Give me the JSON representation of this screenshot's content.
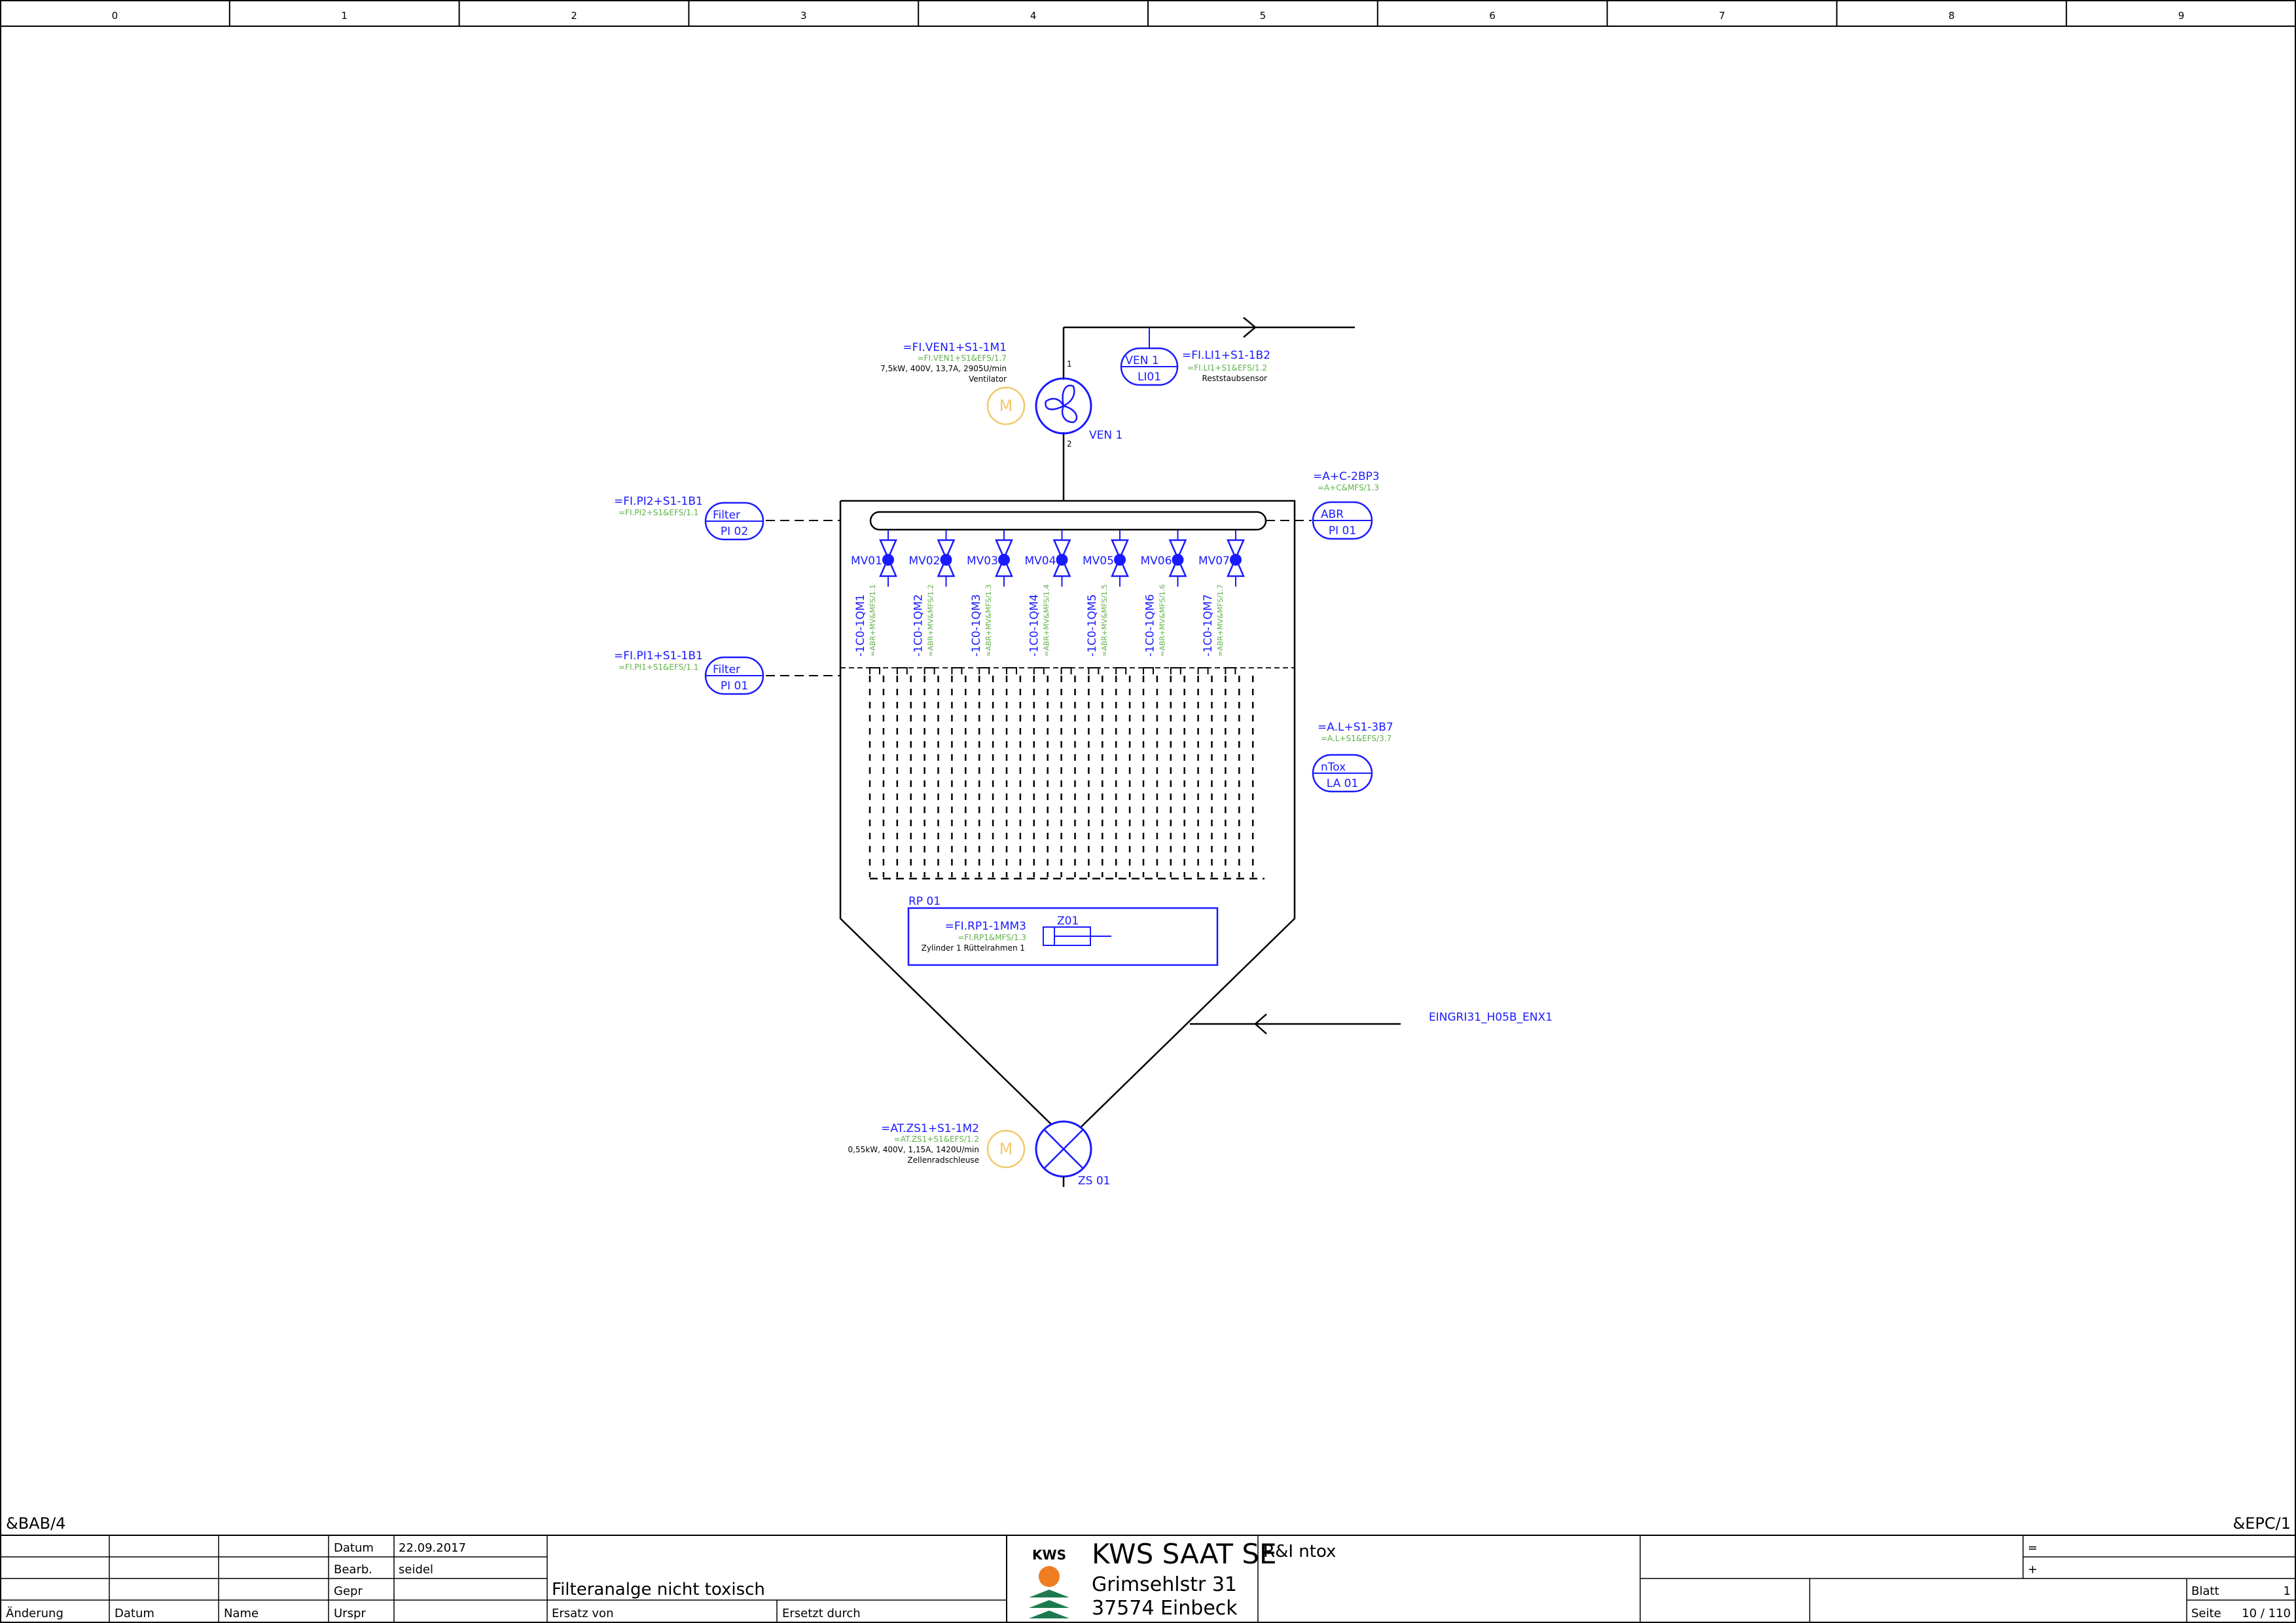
{
  "columns": [
    "0",
    "1",
    "2",
    "3",
    "4",
    "5",
    "6",
    "7",
    "8",
    "9"
  ],
  "drawing": {
    "fan": {
      "tag": "=FI.VEN1+S1-1M1",
      "ref": "=FI.VEN1+S1&EFS/1.7",
      "spec": "7,5kW, 400V, 13,7A, 2905U/min",
      "desc": "Ventilator",
      "label": "VEN 1",
      "pin_top": "1",
      "pin_bottom": "2"
    },
    "level_sensor": {
      "tag": "=FI.LI1+S1-1B2",
      "ref": "=FI.LI1+S1&EFS/1.2",
      "desc": "Reststaubsensor",
      "top": "VEN 1",
      "bottom": "LI01"
    },
    "pi02": {
      "tag": "=FI.PI2+S1-1B1",
      "ref": "=FI.PI2+S1&EFS/1.1",
      "top": "Filter",
      "bottom": "PI 02"
    },
    "pi01": {
      "tag": "=FI.PI1+S1-1B1",
      "ref": "=FI.PI1+S1&EFS/1.1",
      "top": "Filter",
      "bottom": "PI 01"
    },
    "abr": {
      "tag": "=A+C-2BP3",
      "ref": "=A+C&MFS/1.3",
      "top": "ABR",
      "bottom": "PI 01"
    },
    "la01": {
      "tag": "=A.L+S1-3B7",
      "ref": "=A.L+S1&EFS/3.7",
      "top": "nTox",
      "bottom": "LA 01"
    },
    "valves": [
      {
        "label": "MV01",
        "tag": "-1C0-1QM1",
        "ref": "=ABR+MV&MFS/1.1"
      },
      {
        "label": "MV02",
        "tag": "-1C0-1QM2",
        "ref": "=ABR+MV&MFS/1.2"
      },
      {
        "label": "MV03",
        "tag": "-1C0-1QM3",
        "ref": "=ABR+MV&MFS/1.3"
      },
      {
        "label": "MV04",
        "tag": "-1C0-1QM4",
        "ref": "=ABR+MV&MFS/1.4"
      },
      {
        "label": "MV05",
        "tag": "-1C0-1QM5",
        "ref": "=ABR+MV&MFS/1.5"
      },
      {
        "label": "MV06",
        "tag": "-1C0-1QM6",
        "ref": "=ABR+MV&MFS/1.6"
      },
      {
        "label": "MV07",
        "tag": "-1C0-1QM7",
        "ref": "=ABR+MV&MFS/1.7"
      }
    ],
    "shaker": {
      "box_label": "RP 01",
      "tag": "=FI.RP1-1MM3",
      "ref": "=FI.RP1&MFS/1.3",
      "desc": "Zylinder 1 Rüttelrahmen 1",
      "cyl_label": "Z01"
    },
    "rotary": {
      "tag": "=AT.ZS1+S1-1M2",
      "ref": "=AT.ZS1+S1&EFS/1.2",
      "spec": "0,55kW, 400V, 1,15A, 1420U/min",
      "desc": "Zellenradschleuse",
      "label": "ZS 01"
    },
    "inlet": "EINGRI31_H05B_ENX1"
  },
  "cross_ref": {
    "left": "&BAB/4",
    "right": "&EPC/1"
  },
  "title_block": {
    "datum_label": "Datum",
    "datum_value": "22.09.2017",
    "bearb_label": "Bearb.",
    "bearb_value": "seidel",
    "gepr_label": "Gepr",
    "aenderung": "Änderung",
    "datum_col": "Datum",
    "name_col": "Name",
    "urspr": "Urspr",
    "title": "Filteranalge nicht toxisch",
    "ersatz_von": "Ersatz von",
    "ersatzt_durch": "Ersetzt durch",
    "logo_text": "KWS",
    "company": "KWS SAAT SE",
    "street": "Grimsehlstr 31",
    "city": "37574 Einbeck",
    "drawing_name": "R&I ntox",
    "eq": "=",
    "plus": "+",
    "blatt_label": "Blatt",
    "blatt_value": "1",
    "seite_label": "Seite",
    "seite_value": "10 / 110"
  }
}
